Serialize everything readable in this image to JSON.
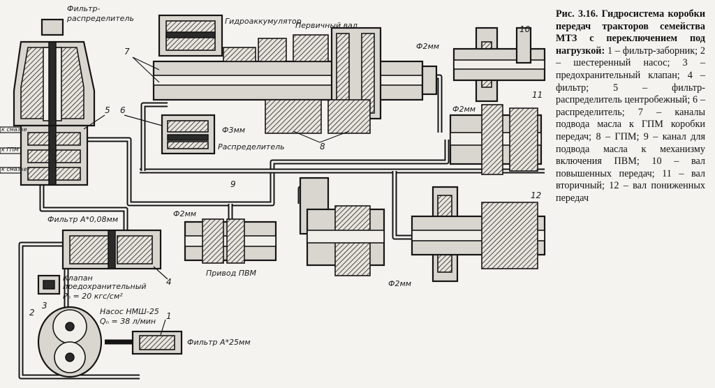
{
  "caption": {
    "figure": "Рис. 3.16. Гидросистема коробки передач тракторов семейства МТЗ с переключением под нагрузкой:",
    "legend": "1 – фильтр-заборник; 2 – шестеренный насос; 3 – предохранительный клапан; 4 – фильтр; 5 – фильтр-распределитель центробежный; 6 – распределитель; 7 – каналы подвода масла к ГПМ коробки передач; 8 – ГПМ; 9 – канал для подвода масла к механизму включения ПВМ; 10 – вал повышенных передач; 11 – вал вторичный; 12 – вал пониженных передач"
  },
  "labels": {
    "filter_distributor_1": "Фильтр-",
    "filter_distributor_2": "распределитель",
    "accumulator": "Гидроаккумулятор",
    "primary_shaft": "Первичный вал",
    "distributor": "Распределитель",
    "d3": "Ф3мм",
    "d2_top": "Ф2мм",
    "d2_mid": "Ф2мм",
    "d2_center": "Ф2мм",
    "d2_bottom": "Ф2мм",
    "filter_a008": "Фильтр А*0,08мм",
    "valve_1": "Клапан",
    "valve_2": "предохранительный",
    "valve_3": "Pₙ = 20 кгс/см²",
    "pump_1": "Насос НМШ-25",
    "pump_2": "Qₙ = 38 л/мин",
    "filter_a025": "Фильтр А*25мм",
    "pvm_drive": "Привод ПВМ",
    "port_1": "к смазке",
    "port_2": "к ГПМ",
    "port_3": "к смазке"
  },
  "numbers": {
    "n1": "1",
    "n2": "2",
    "n3": "3",
    "n4": "4",
    "n5": "5",
    "n6": "6",
    "n7": "7",
    "n8": "8",
    "n9": "9",
    "n10": "10",
    "n11": "11",
    "n12": "12"
  }
}
